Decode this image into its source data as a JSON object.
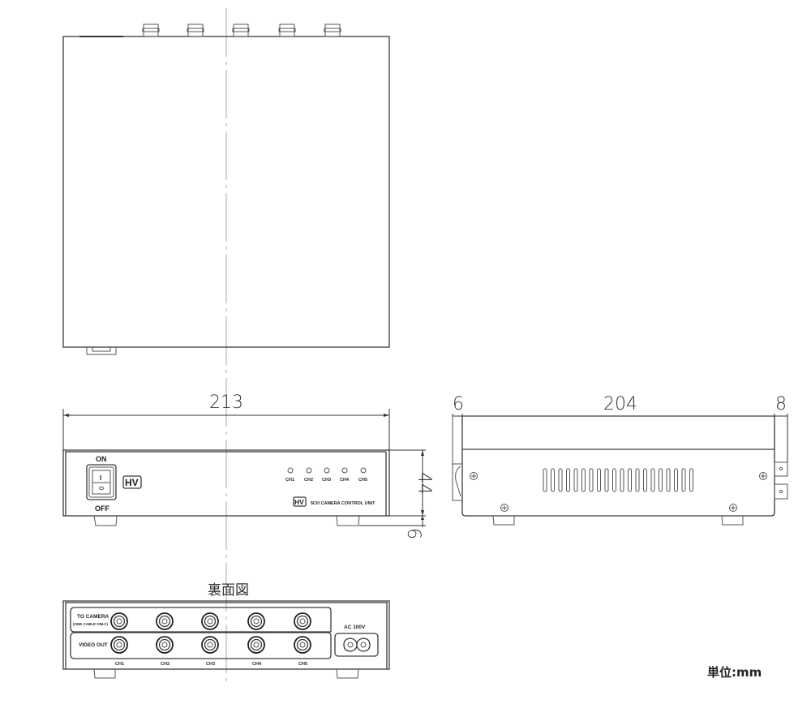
{
  "drawing": {
    "type": "technical-drawing",
    "subject": "5CH camera control unit",
    "unit_label": "単位:mm"
  },
  "dimensions": {
    "width": "213",
    "height": "44",
    "foot_height": "6",
    "side_front_protrusion": "6",
    "side_depth": "204",
    "side_rear_protrusion": "8"
  },
  "front_panel": {
    "switch_on": "ON",
    "switch_off": "OFF",
    "switch_i": "I",
    "switch_o": "O",
    "logo": "HV",
    "channel_leds": [
      "CH1",
      "CH2",
      "CH3",
      "CH4",
      "CH5"
    ],
    "product_name": "5CH CAMERA CONTROL UNIT"
  },
  "rear_panel": {
    "title": "裏面図",
    "row1_label": "TO CAMERA",
    "row1_sublabel": "(ONE CABLE ONLY)",
    "row2_label": "VIDEO OUT",
    "channels": [
      "CH1",
      "CH2",
      "CH3",
      "CH4",
      "CH5"
    ],
    "power_label": "AC  100V"
  },
  "side_view": {
    "vent_slot_count": 20
  },
  "colors": {
    "line": "#3a3a3a",
    "centerline": "#aaaaaa",
    "background": "#ffffff"
  }
}
